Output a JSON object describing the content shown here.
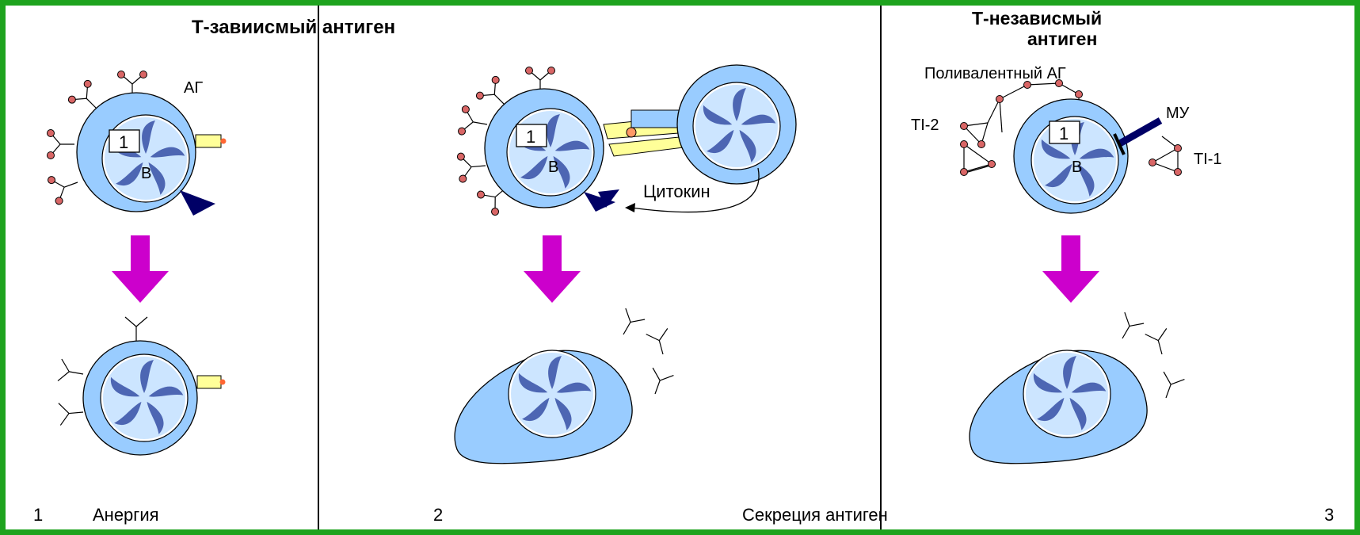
{
  "titles": {
    "t_dependent": "Т-завиисмый антиген",
    "t_independent_line1": "Т-независмый",
    "t_independent_line2": "антиген"
  },
  "labels": {
    "ag": "АГ",
    "cell_number": "1",
    "b_cell": "В",
    "cytokine": "Цитокин",
    "polyvalent_ag": "Поливалентный АГ",
    "mu": "МУ",
    "ti2": "TI-2",
    "ti1": "TI-1"
  },
  "captions": {
    "num1": "1",
    "anergy": "Анергия",
    "num2": "2",
    "secretion": "Секреция антиген",
    "num3": "3"
  },
  "colors": {
    "frame": "#1ea31e",
    "cell_fill": "#99ccff",
    "nucleus_dark": "#000066",
    "arrow": "#cc00cc",
    "ag_dot": "#d96666",
    "receptor": "#ffff99"
  }
}
